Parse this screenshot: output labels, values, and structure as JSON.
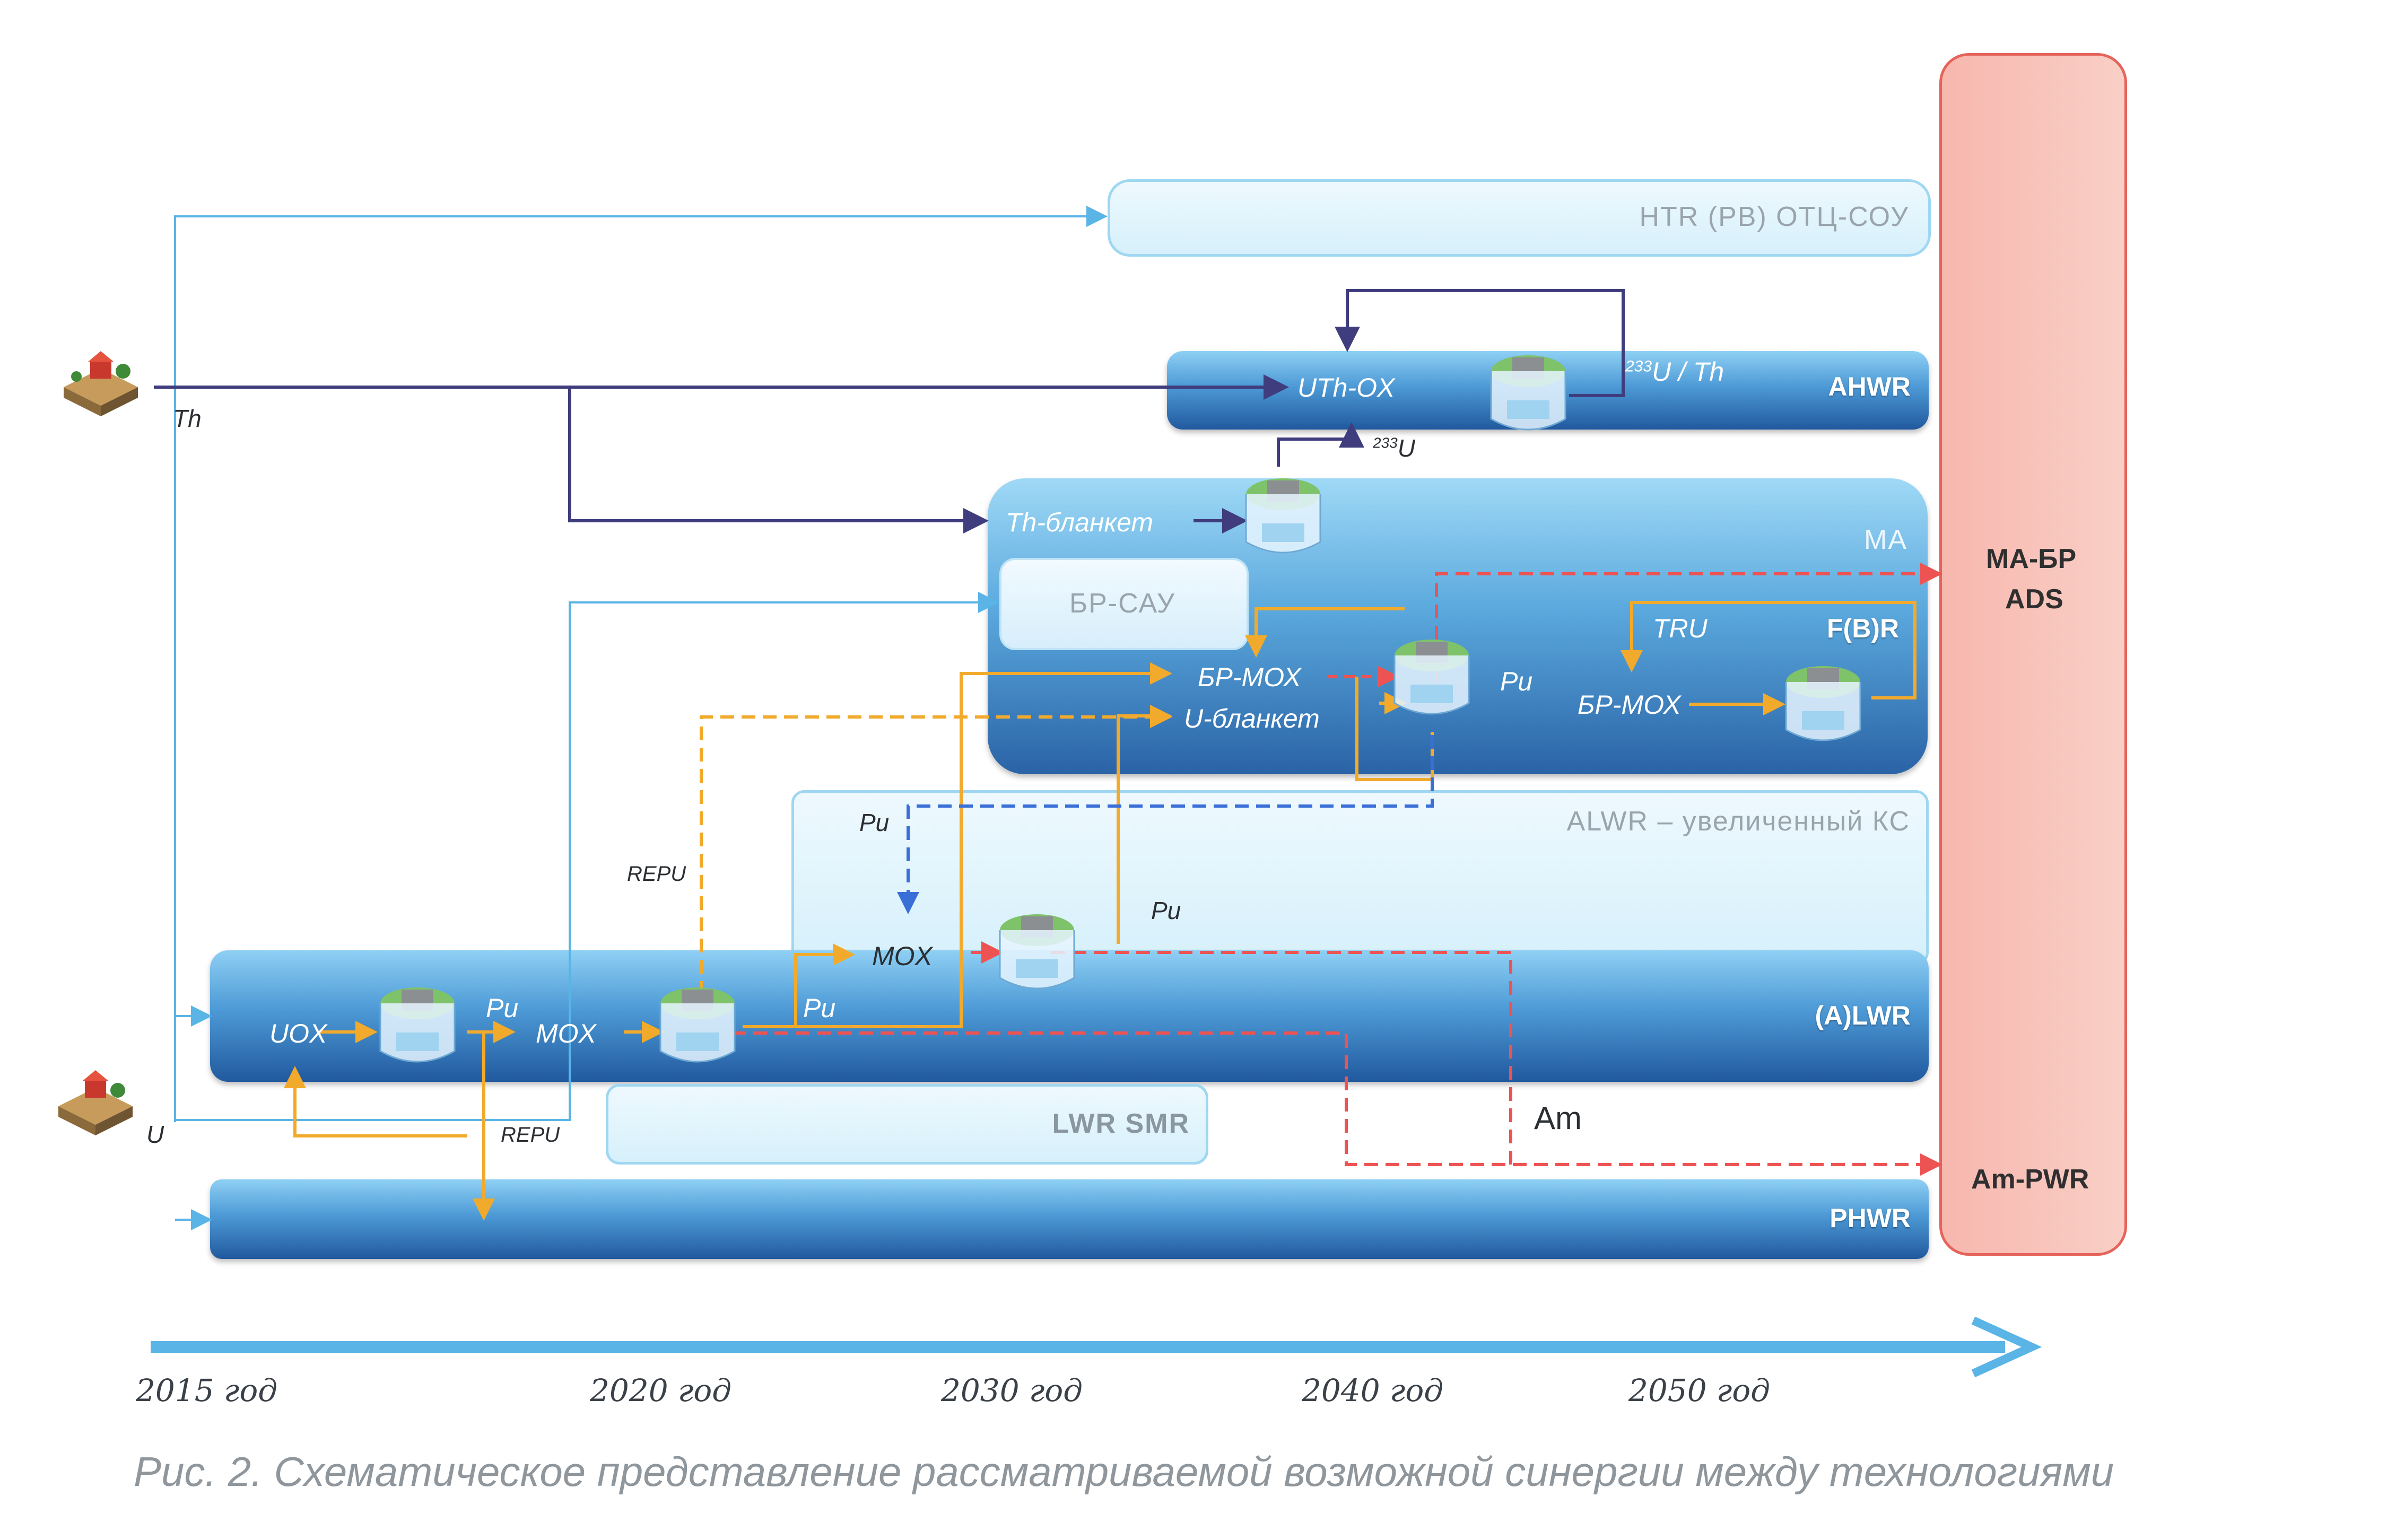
{
  "bars": {
    "htr": "HTR (PB) ОТЦ-СОУ",
    "ahwr": "AHWR",
    "ma_corner": "MA",
    "br_sau": "БР-САУ",
    "fbr": "F(B)R",
    "alwr": "ALWR – увеличенный КС",
    "alwr_main": "(A)LWR",
    "lwr_smr": "LWR SMR",
    "phwr": "PHWR"
  },
  "right_block": {
    "line1": "МА-БР",
    "line2": "ADS",
    "am_pwr": "Am-PWR"
  },
  "labels": {
    "th": "Th",
    "u": "U",
    "uth_ox": "UTh-OX",
    "u233_th_sup": "233",
    "u233_th": "U / Th",
    "u233_sup": "233",
    "u233": "U",
    "th_blanket": "Th-бланкет",
    "br_mox": "БР-МОХ",
    "u_blanket": "U-бланкет",
    "pu_ma": "Pu",
    "tru": "TRU",
    "br_mox_fbr": "БР-МОХ",
    "pu_alwr": "Pu",
    "repu_top": "REPU",
    "mox_alwr": "MOX",
    "pu_alwr_right": "Pu",
    "uox": "UOX",
    "pu_lwr1": "Pu",
    "mox_lwr": "MOX",
    "pu_lwr2": "Pu",
    "repu_bottom": "REPU",
    "am": "Am"
  },
  "timeline": {
    "years": [
      "2015 год",
      "2020 год",
      "2030 год",
      "2040 год",
      "2050 год"
    ]
  },
  "caption": "Рис. 2. Схематическое представление рассматриваемой возможной синергии между технологиями",
  "colors": {
    "light_blue": "#5ab4e6",
    "dark_navy": "#3f3d7e",
    "orange": "#f2aa2c",
    "red": "#ee5353",
    "blue_dashed": "#3a6fd8"
  }
}
